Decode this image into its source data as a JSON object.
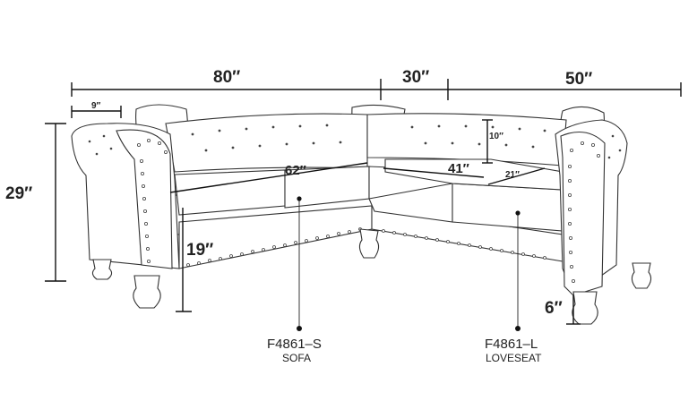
{
  "dimensions": {
    "total_width": "80″",
    "corner": "30″",
    "loveseat_side": "50″",
    "arm_width": "9″",
    "height": "29″",
    "back_cushion": "10″",
    "sofa_seat": "62″",
    "loveseat_seat": "41″",
    "seat_depth": "21″",
    "seat_height": "19″",
    "leg_height": "6″"
  },
  "labels": {
    "sofa": {
      "code": "F4861–S",
      "type": "SOFA"
    },
    "loveseat": {
      "code": "F4861–L",
      "type": "LOVESEAT"
    }
  }
}
